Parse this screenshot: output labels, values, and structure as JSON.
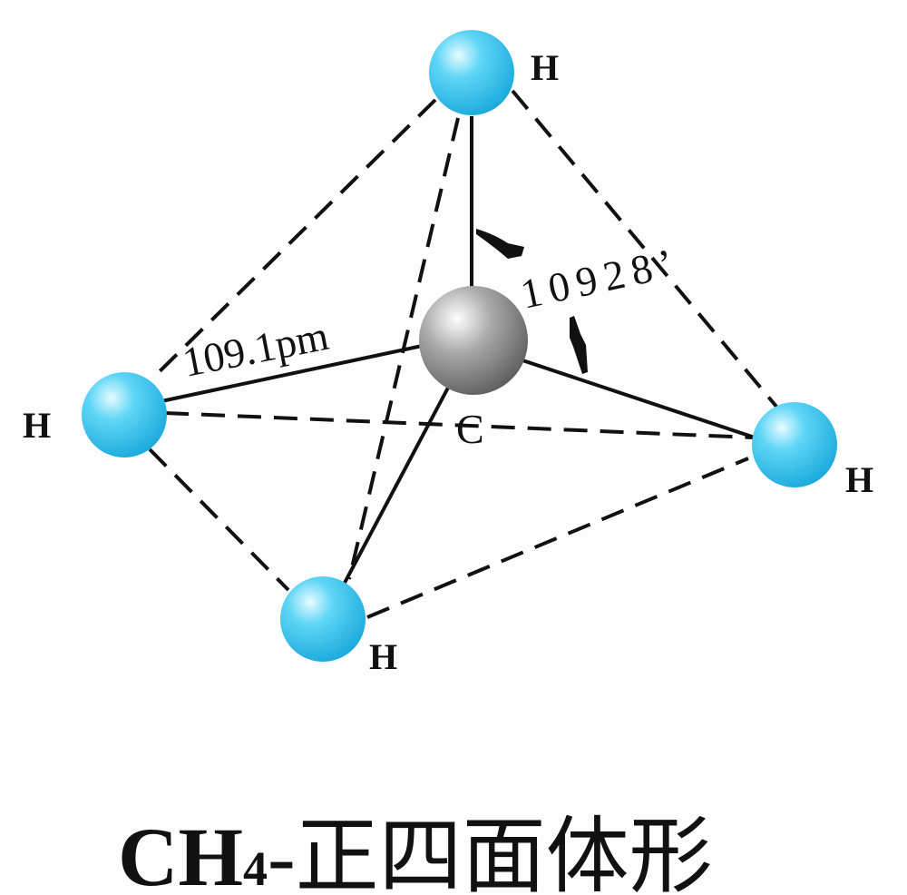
{
  "diagram": {
    "atoms": {
      "top": "H",
      "left": "H",
      "right": "H",
      "bottom": "H",
      "center": "C"
    },
    "bond_length": "109.1pm",
    "bond_angle": "10928’",
    "caption": {
      "formula": "CH",
      "subscript": "4",
      "text": "-正四面体形"
    },
    "colors": {
      "hydrogen": "#3cc6ee",
      "carbon": "#8a8a8a"
    }
  }
}
